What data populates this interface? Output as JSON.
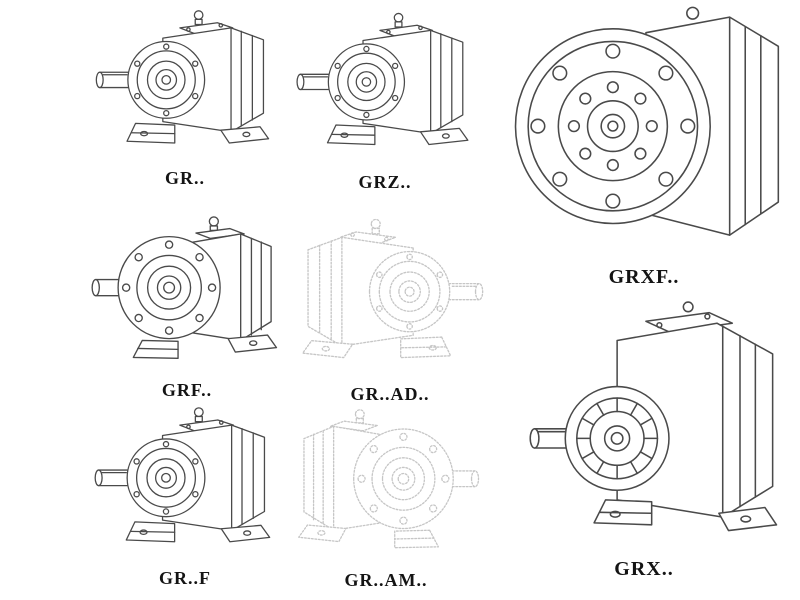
{
  "page": {
    "kind": "gear-reducer-catalog-line-drawings",
    "background": "#ffffff",
    "ink_color": "#4a4a4a",
    "faded_ink_color": "#c6c6c6",
    "label_color": "#141414"
  },
  "items": [
    {
      "id": "gr",
      "label": "GR..",
      "style": "solid"
    },
    {
      "id": "grz",
      "label": "GRZ..",
      "style": "solid"
    },
    {
      "id": "grxf",
      "label": "GRXF..",
      "style": "solid"
    },
    {
      "id": "grf",
      "label": "GRF..",
      "style": "solid"
    },
    {
      "id": "gr-ad",
      "label": "GR..AD..",
      "style": "faded"
    },
    {
      "id": "gr-f",
      "label": "GR..F",
      "style": "solid"
    },
    {
      "id": "gr-am",
      "label": "GR..AM..",
      "style": "faded"
    },
    {
      "id": "grx",
      "label": "GRX..",
      "style": "solid"
    }
  ]
}
